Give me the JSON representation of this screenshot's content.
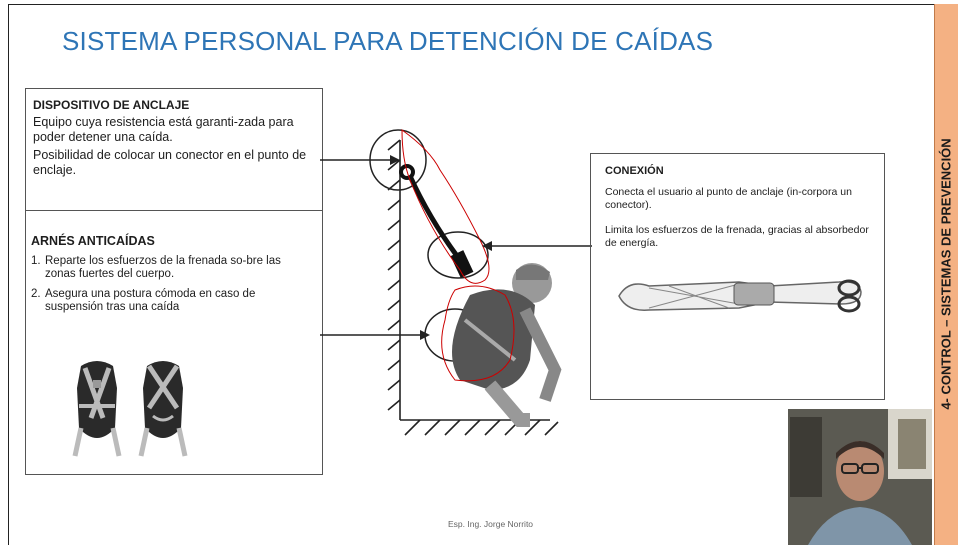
{
  "slide": {
    "title": "SISTEMA PERSONAL PARA DETENCIÓN DE CAÍDAS",
    "side_label": "4- CONTROL – SISTEMAS DE PREVENCIÓN",
    "footer": "Esp. Ing. Jorge Norrito"
  },
  "anclaje": {
    "heading": "DISPOSITIVO DE ANCLAJE",
    "text1": "Equipo cuya resistencia está garanti-zada para poder detener una caída.",
    "text2": "Posibilidad de colocar un conector en el punto de enclaje."
  },
  "arnes": {
    "heading": "ARNÉS ANTICAÍDAS",
    "items": [
      {
        "num": "1.",
        "text": "Reparte los esfuerzos de la frenada so-bre las zonas fuertes del cuerpo."
      },
      {
        "num": "2.",
        "text": "Asegura una postura cómoda en caso de suspensión tras una caída"
      }
    ]
  },
  "conexion": {
    "heading": "CONEXIÓN",
    "text1": "Conecta el usuario al punto de anclaje (in-corpora un conector).",
    "text2": "Limita los esfuerzos de la frenada, gracias al absorbedor de energía."
  },
  "colors": {
    "title": "#2e75b6",
    "side_band": "#f4b183",
    "annotation": "#cc0000"
  },
  "icons": [
    "harness-front-icon",
    "harness-back-icon",
    "lanyard-icon",
    "worker-illustration",
    "webcam-presenter"
  ]
}
